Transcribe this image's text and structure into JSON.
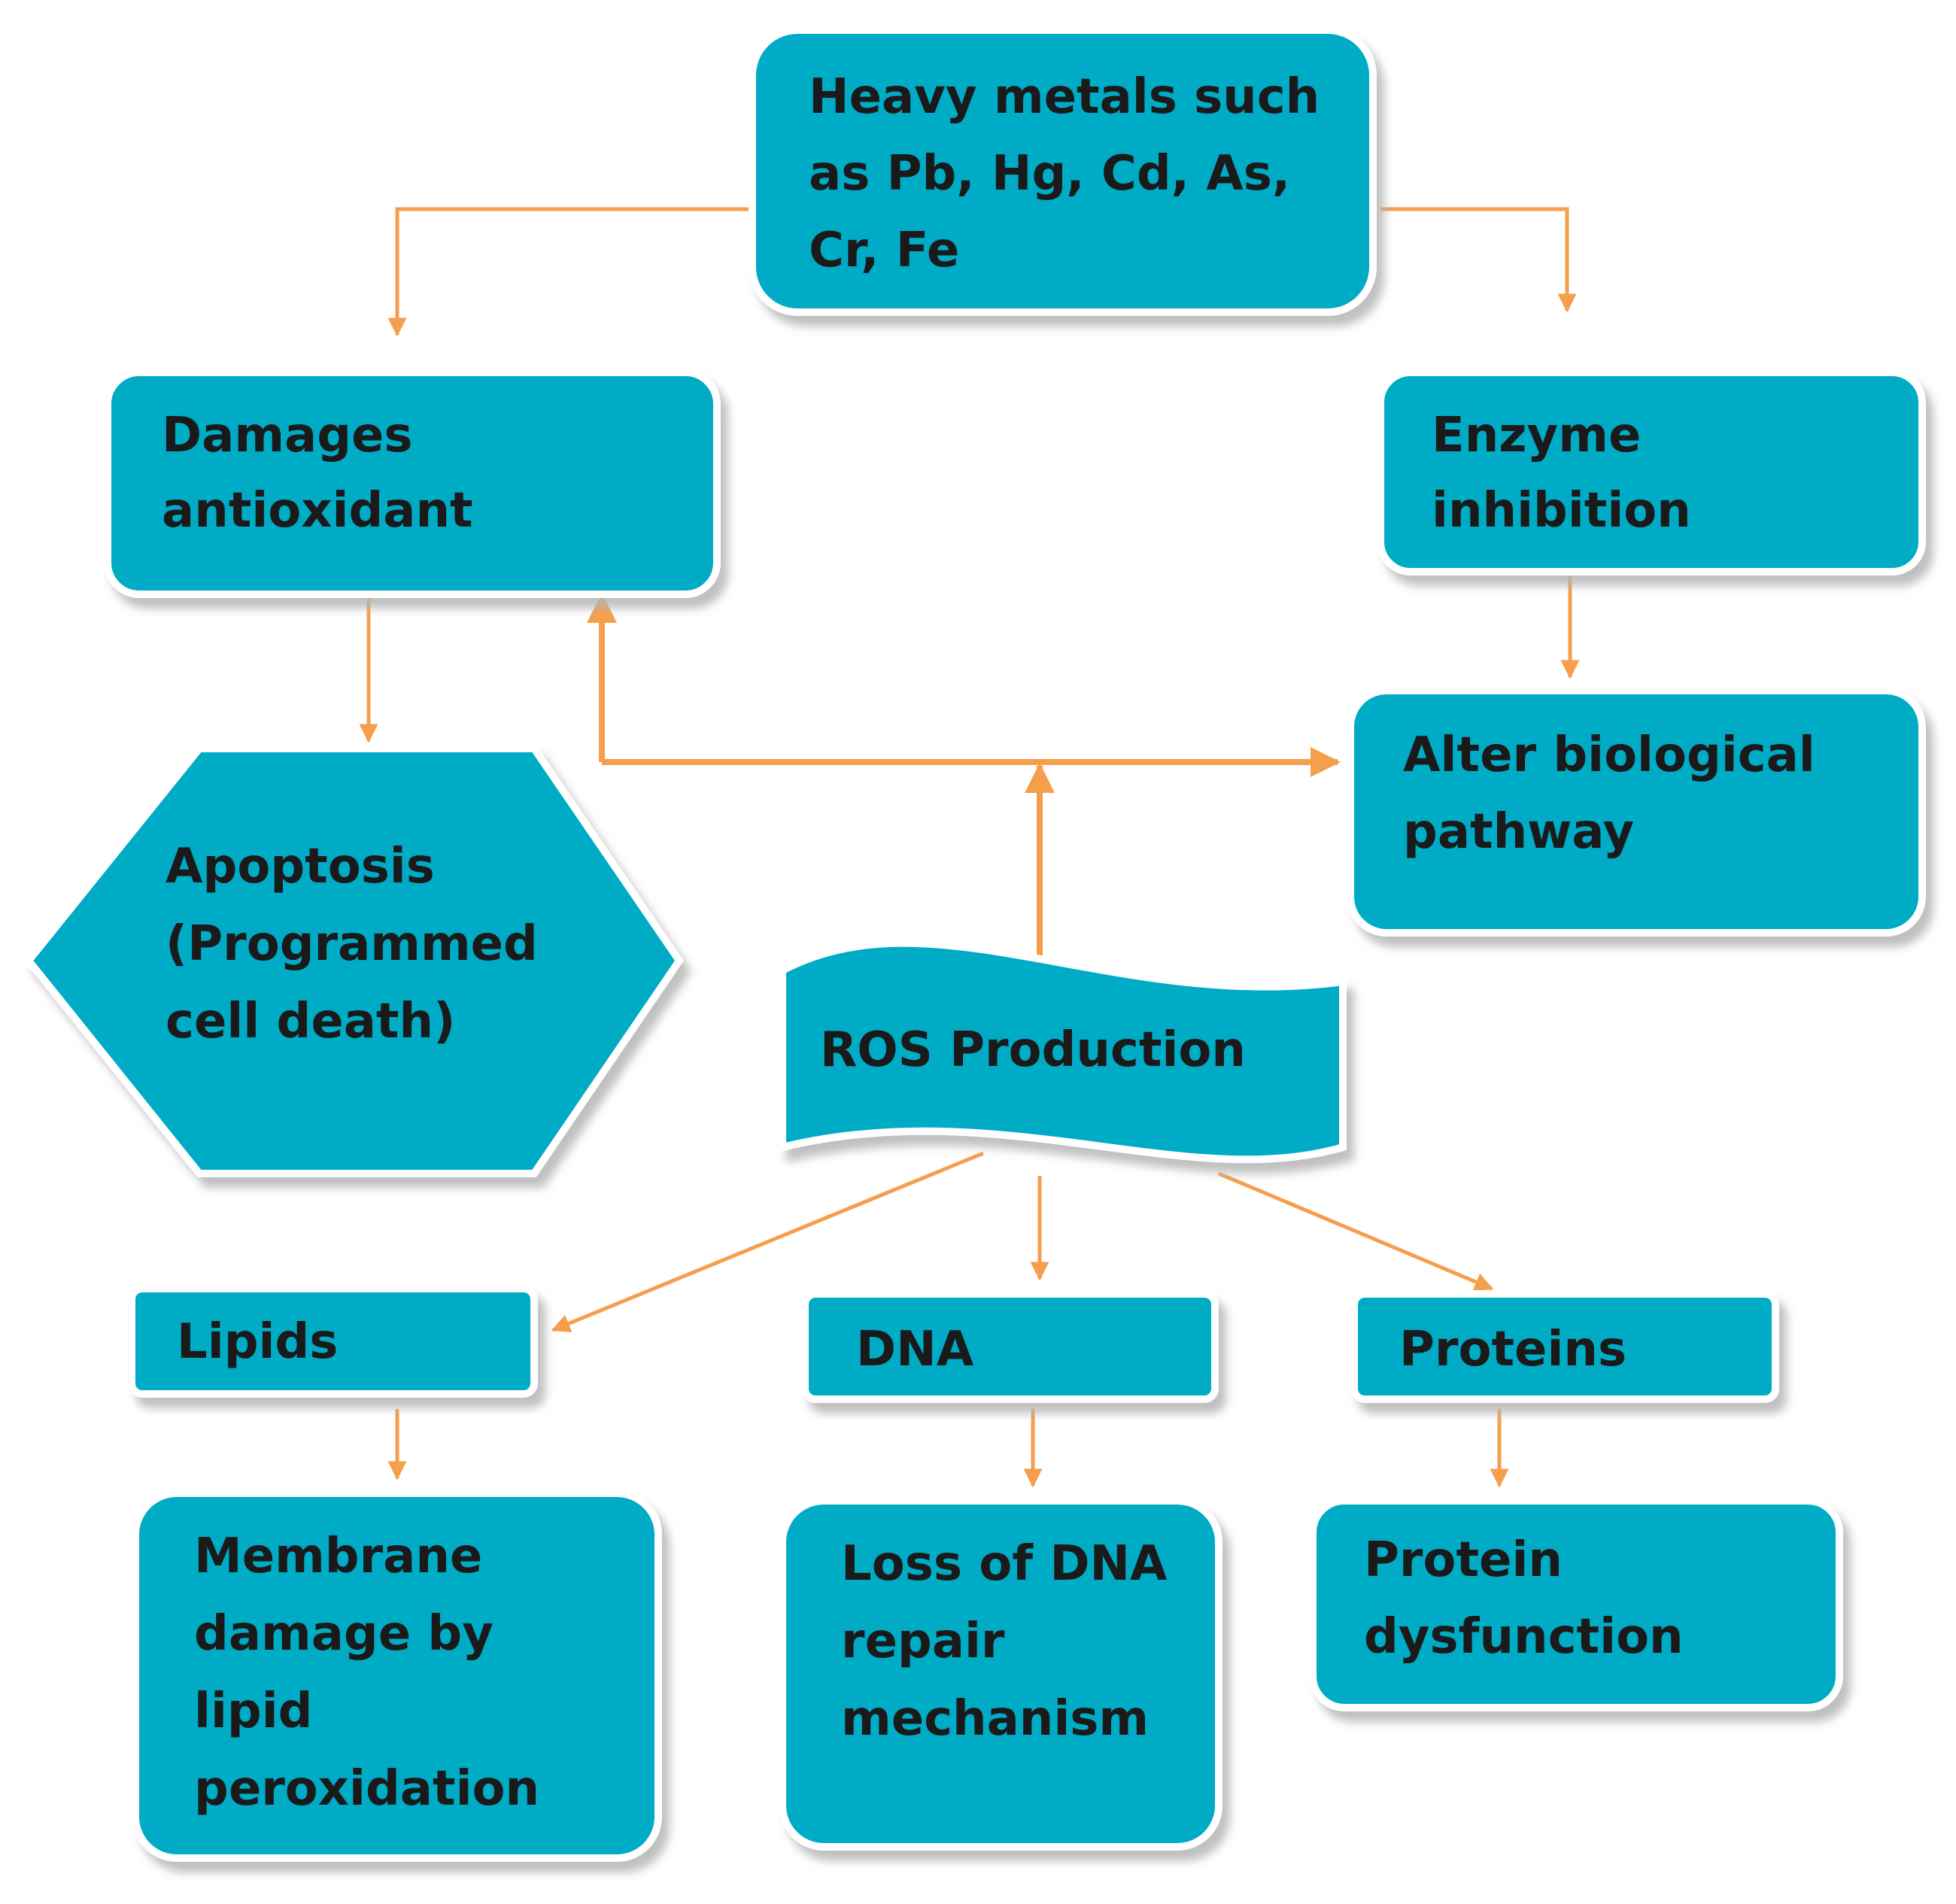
{
  "colors": {
    "box_fill": "#00abc6",
    "box_border": "#ffffff",
    "arrow": "#f59e4c",
    "text": "#1a1a1a"
  },
  "nodes": {
    "heavy_metals": [
      "Heavy metals such",
      "as Pb, Hg, Cd, As,",
      "Cr, Fe"
    ],
    "damages_antioxidant": [
      "Damages",
      "antioxidant"
    ],
    "enzyme_inhibition": [
      "Enzyme",
      "inhibition"
    ],
    "apoptosis": [
      "Apoptosis",
      "(Programmed",
      "cell death)"
    ],
    "alter_pathway": [
      "Alter biological",
      "pathway"
    ],
    "ros_production": [
      "ROS Production"
    ],
    "lipids": [
      "Lipids"
    ],
    "dna": [
      "DNA"
    ],
    "proteins": [
      "Proteins"
    ],
    "membrane_damage": [
      "Membrane",
      "damage by",
      "lipid",
      "peroxidation"
    ],
    "loss_dna_repair": [
      "Loss of DNA",
      "repair",
      "mechanism"
    ],
    "protein_dysfunction": [
      "Protein",
      "dysfunction"
    ]
  }
}
